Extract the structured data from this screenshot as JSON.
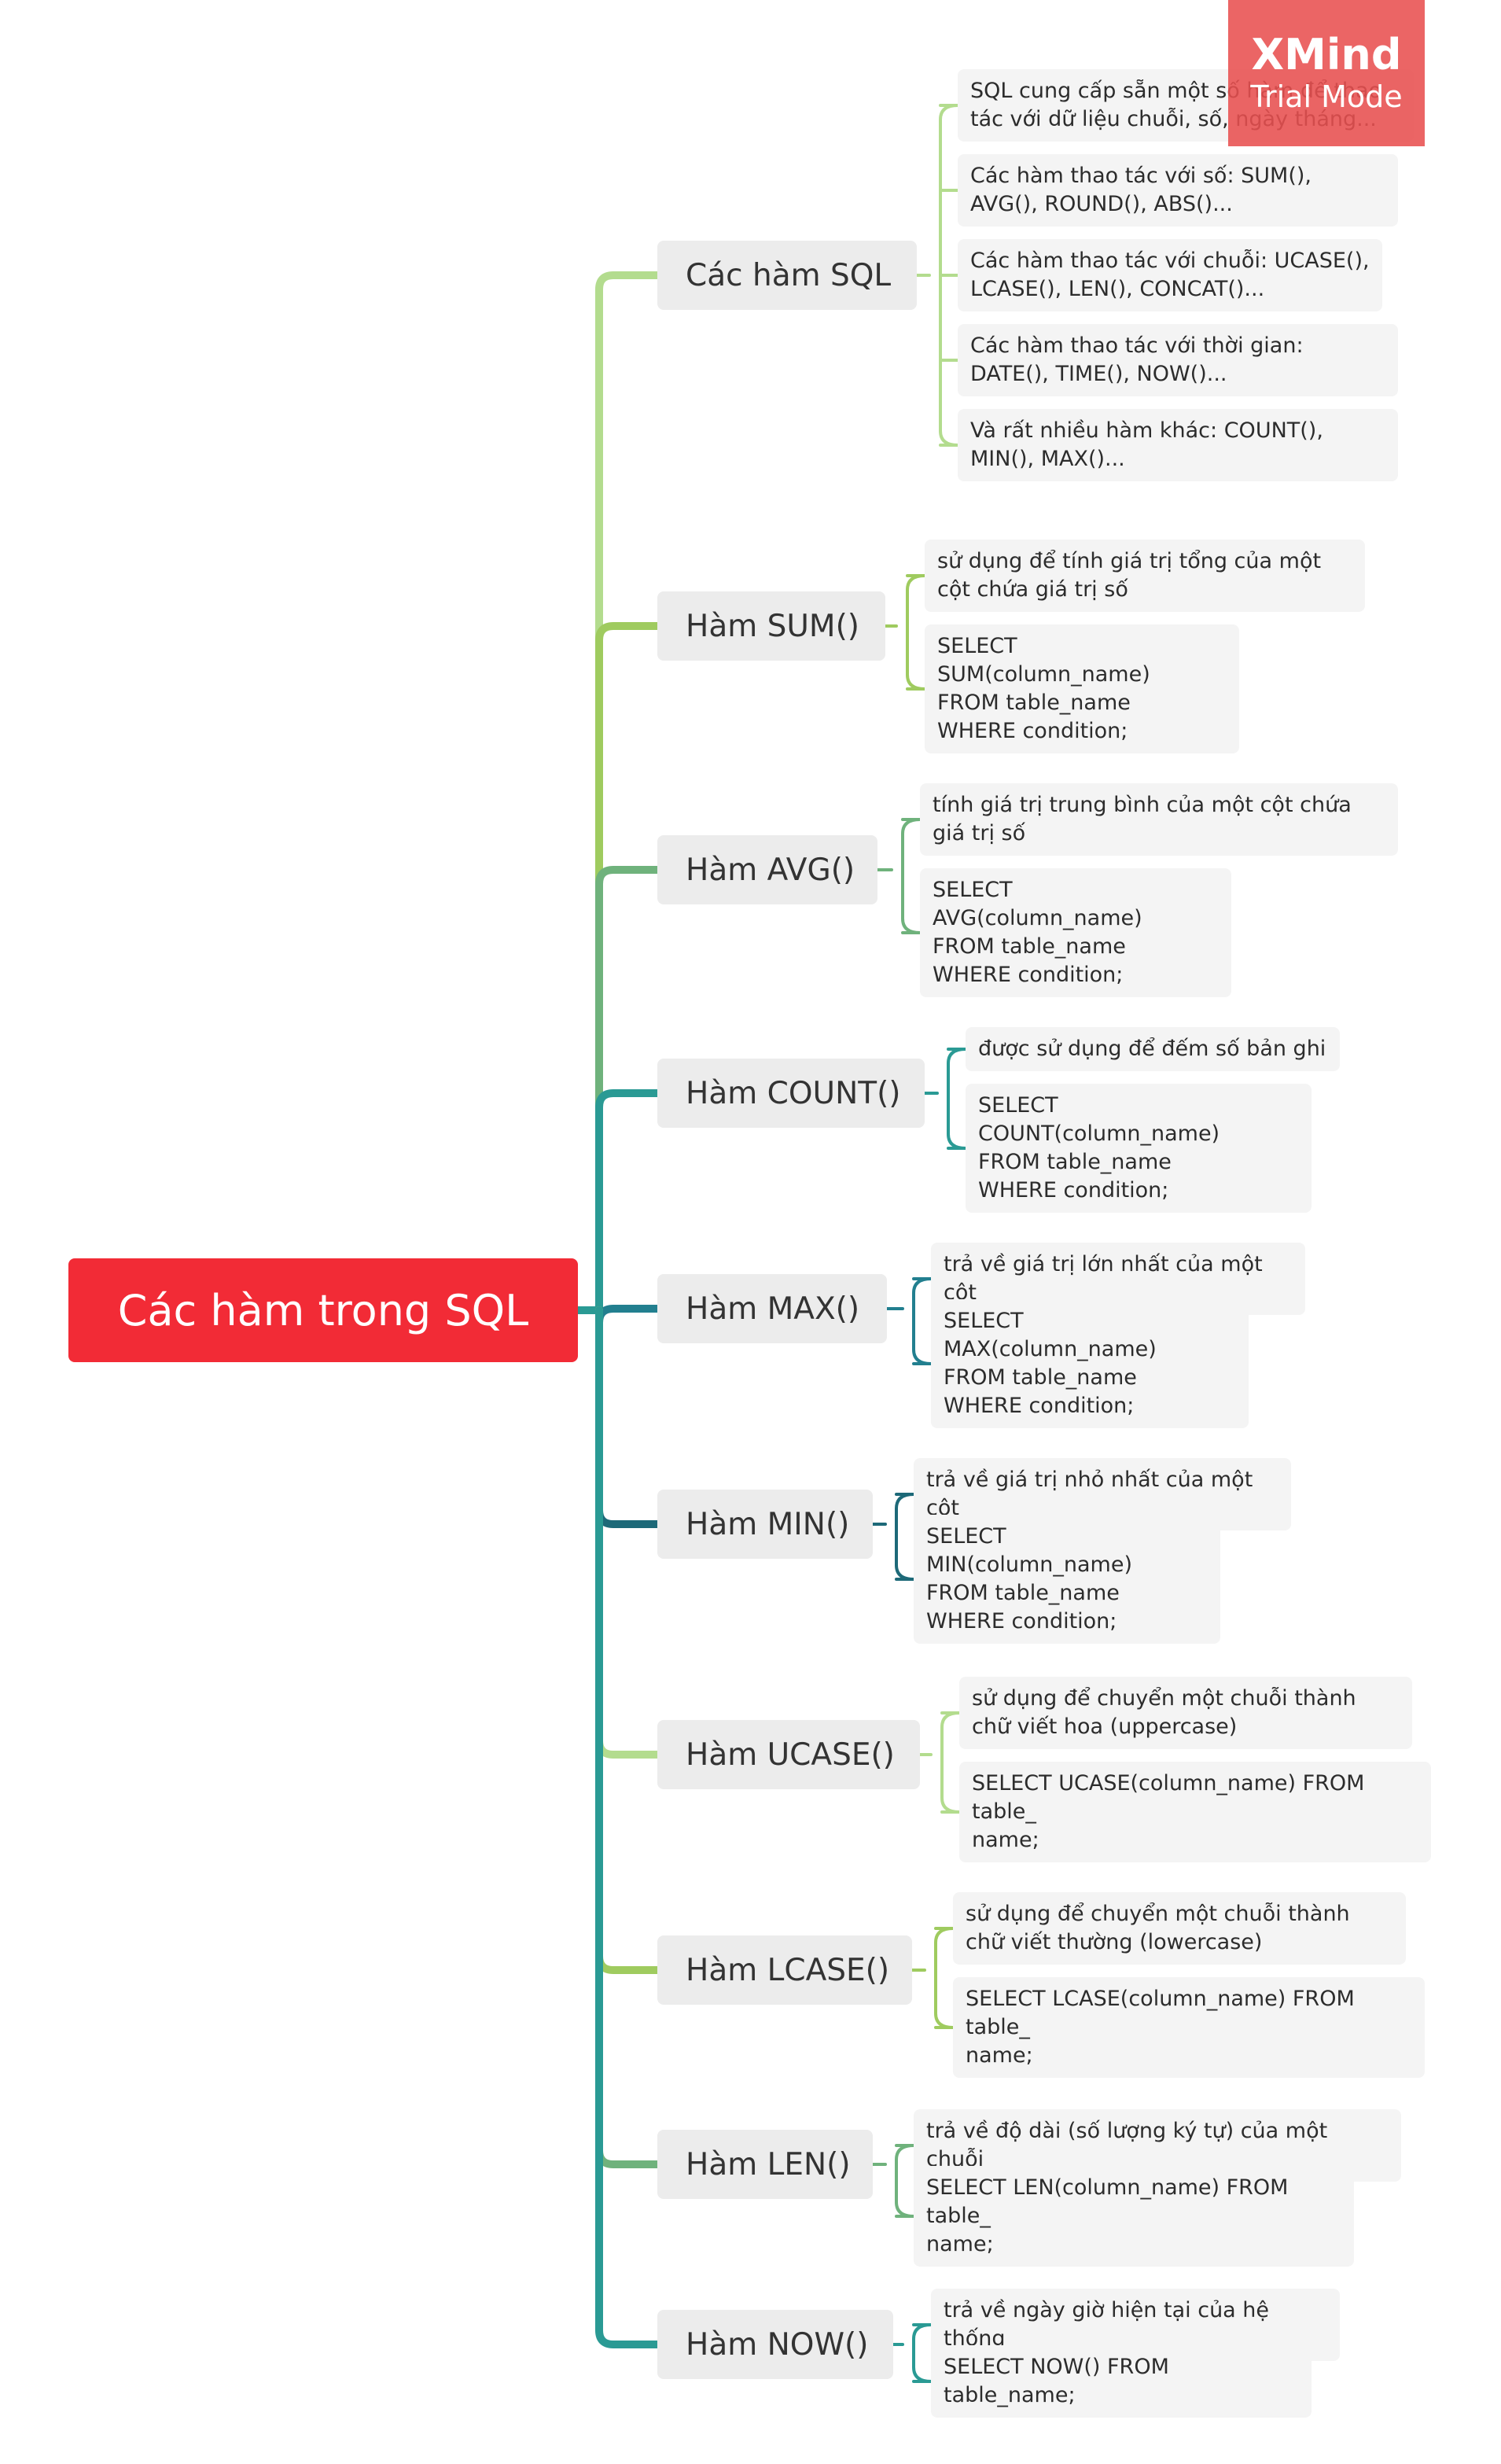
{
  "root": {
    "label": "Các hàm trong SQL"
  },
  "branches": [
    {
      "label": "Các hàm SQL",
      "color": "#b3dc8e",
      "leaves": [
        "SQL cung cấp sẵn một số hàm để thao tác với dữ liệu chuỗi, số, ngày tháng...",
        "Các hàm thao tác với số: SUM(), AVG(), ROUND(), ABS()...",
        "Các hàm thao tác với chuỗi: UCASE(), LCASE(), LEN(), CONCAT()...",
        "Các hàm thao tác với thời gian: DATE(), TIME(), NOW()...",
        "Và rất nhiều hàm khác: COUNT(), MIN(), MAX()..."
      ]
    },
    {
      "label": "Hàm SUM()",
      "color": "#9fcb5f",
      "leaves": [
        "sử dụng để tính giá trị tổng của một cột chứa giá trị số",
        "SELECT SUM(column_name)\nFROM table_name\nWHERE condition;"
      ]
    },
    {
      "label": "Hàm AVG()",
      "color": "#6fb27c",
      "leaves": [
        "tính giá trị trung bình của một cột chứa giá trị số",
        "SELECT AVG(column_name)\nFROM table_name\nWHERE condition;"
      ]
    },
    {
      "label": "Hàm COUNT()",
      "color": "#2a9a94",
      "leaves": [
        "được sử dụng để đếm số bản ghi",
        "SELECT COUNT(column_name)\nFROM table_name\nWHERE condition;"
      ]
    },
    {
      "label": "Hàm MAX()",
      "color": "#227f8f",
      "leaves": [
        "trả về giá trị lớn nhất của một cột",
        "SELECT MAX(column_name)\nFROM table_name\nWHERE condition;"
      ]
    },
    {
      "label": "Hàm MIN()",
      "color": "#1d6978",
      "leaves": [
        "trả về giá trị nhỏ nhất của một cột",
        "SELECT MIN(column_name)\nFROM table_name\nWHERE condition;"
      ]
    },
    {
      "label": "Hàm UCASE()",
      "color": "#b3dc8e",
      "leaves": [
        "sử dụng để chuyển một chuỗi thành chữ viết hoa (uppercase)",
        "SELECT UCASE(column_name) FROM table_\nname;"
      ]
    },
    {
      "label": "Hàm LCASE()",
      "color": "#9fcb5f",
      "leaves": [
        "sử dụng để chuyển một chuỗi thành chữ viết thường (lowercase)",
        "SELECT LCASE(column_name) FROM table_\nname;"
      ]
    },
    {
      "label": "Hàm LEN()",
      "color": "#6fb27c",
      "leaves": [
        "trả về độ dài (số lượng ký tự) của một chuỗi",
        "SELECT LEN(column_name) FROM table_\nname;"
      ]
    },
    {
      "label": "Hàm NOW()",
      "color": "#2a9a94",
      "leaves": [
        "trả về ngày giờ hiện tại của hệ thống",
        "SELECT NOW() FROM table_name;"
      ]
    }
  ],
  "watermark": {
    "title": "XMind",
    "subtitle": "Trial Mode"
  }
}
